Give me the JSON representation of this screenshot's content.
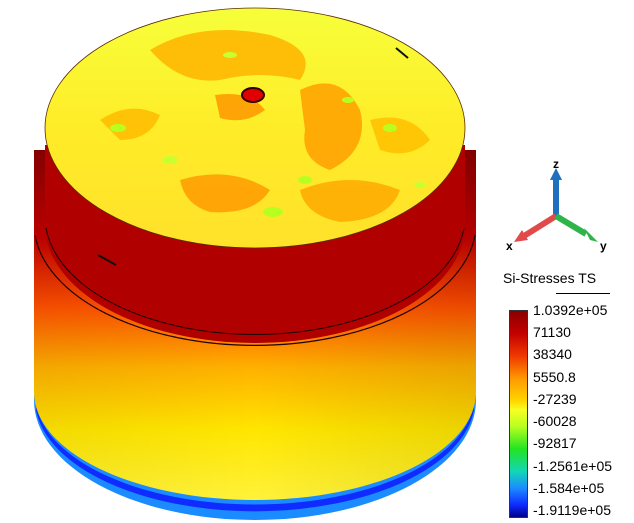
{
  "view": {
    "axis_triad": {
      "x_label": "x",
      "y_label": "y",
      "z_label": "z"
    },
    "axis_colors": {
      "x": "#e04a4a",
      "y": "#2fb44a",
      "z": "#1f6fbf"
    }
  },
  "legend": {
    "title": "Si-Stresses TS",
    "values": [
      "1.0392e+05",
      "71130",
      "38340",
      "5550.8",
      "-27239",
      "-60028",
      "-92817",
      "-1.2561e+05",
      "-1.584e+05",
      "-1.9119e+05"
    ],
    "colors": [
      "#8b0000",
      "#e00000",
      "#ff6a00",
      "#ffd200",
      "#d8ff20",
      "#40e040",
      "#10d0c0",
      "#1a8cff",
      "#0f2bff",
      "#00008b"
    ]
  }
}
